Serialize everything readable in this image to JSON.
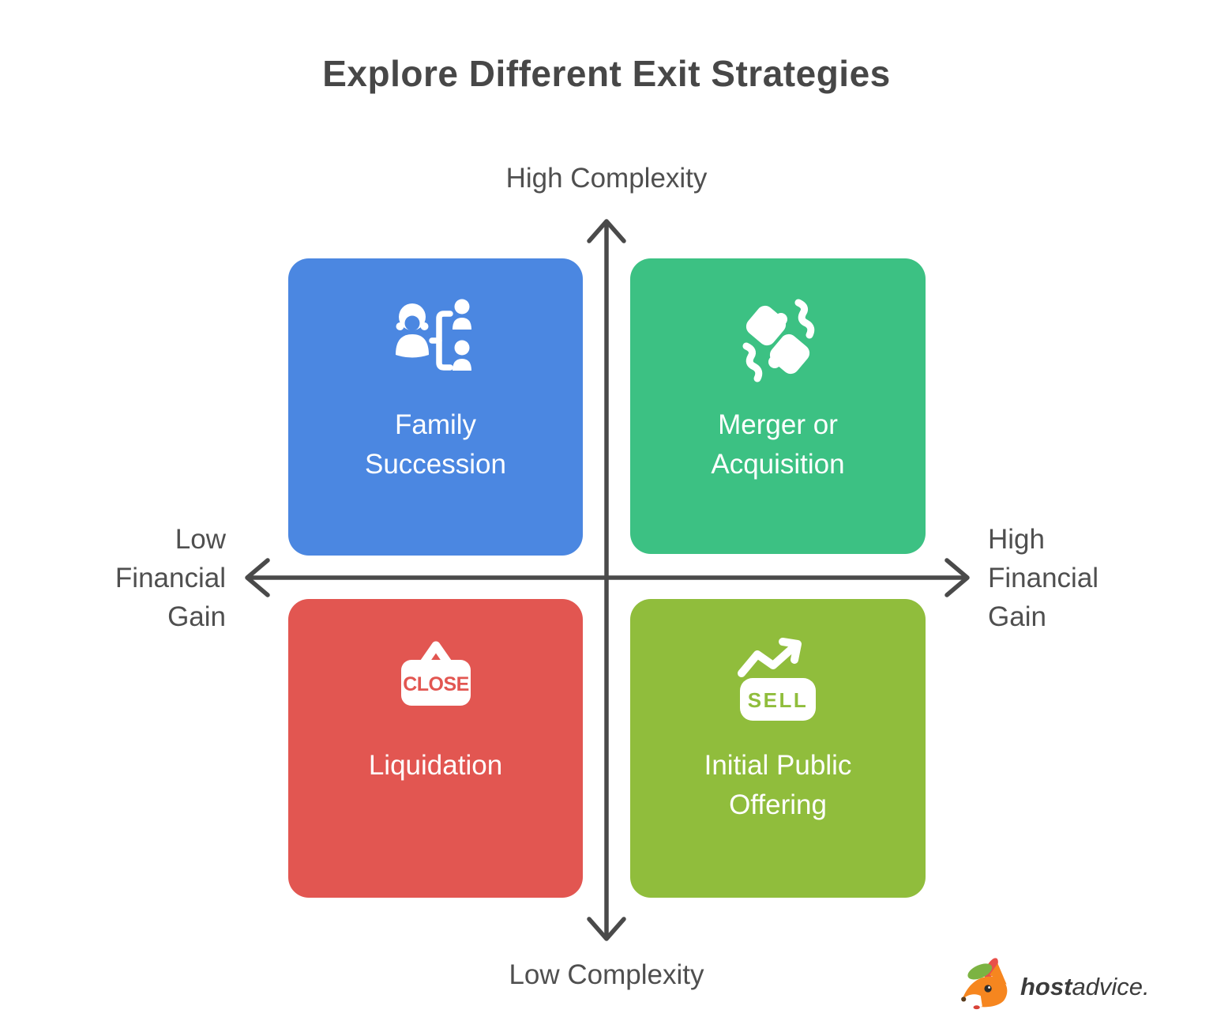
{
  "title": "Explore Different Exit Strategies",
  "axes": {
    "top_label": "High Complexity",
    "bottom_label": "Low Complexity",
    "left_lines": [
      "Low",
      "Financial",
      "Gain"
    ],
    "right_lines": [
      "High",
      "Financial",
      "Gain"
    ],
    "line_color": "#4a4a4a"
  },
  "quadrants": [
    {
      "label": "Family Succession",
      "color": "#4b87e1",
      "icon": "family-succession-icon"
    },
    {
      "label": "Merger or Acquisition",
      "color": "#3cc183",
      "icon": "merger-acquisition-icon"
    },
    {
      "label": "Liquidation",
      "color": "#e25651",
      "icon": "close-sign-icon",
      "icon_text": "CLOSE"
    },
    {
      "label": "Initial Public Offering",
      "color": "#90bd3c",
      "icon": "sell-sign-icon",
      "icon_text": "SELL"
    }
  ],
  "branding": {
    "logo_bold": "host",
    "logo_regular": "advice."
  }
}
